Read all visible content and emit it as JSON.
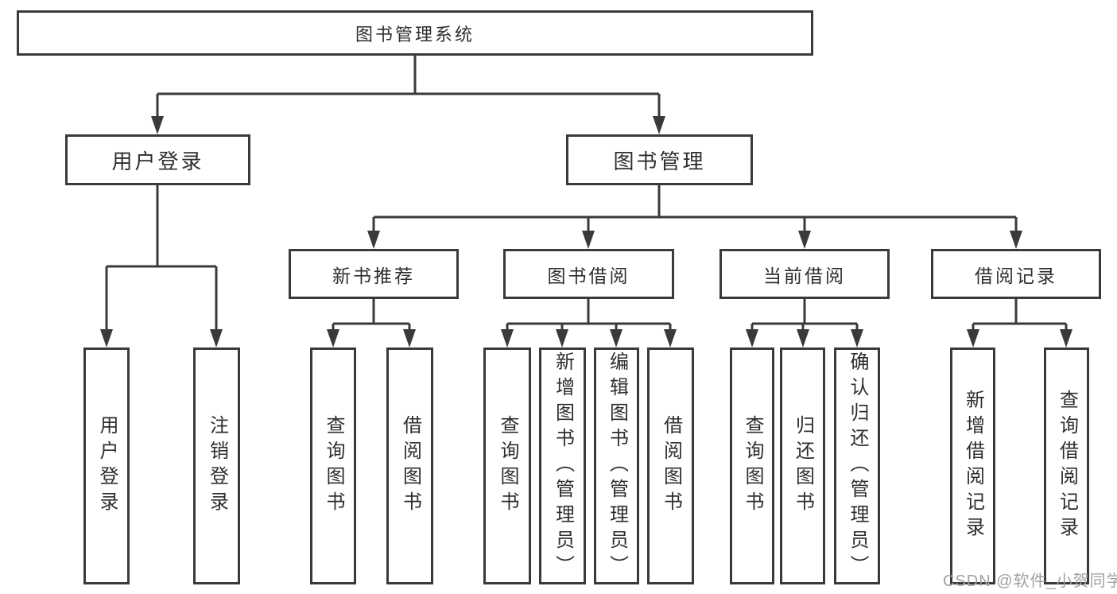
{
  "diagram_title": "图书管理系统",
  "nodes": {
    "root": "图书管理系统",
    "user_login": "用户登录",
    "book_mgmt": "图书管理",
    "new_book_rec": "新书推荐",
    "book_borrow": "图书借阅",
    "current_borrow": "当前借阅",
    "borrow_records": "借阅记录",
    "leaf_user_login": "用户登录",
    "leaf_logout": "注销登录",
    "leaf_rec_query": "查询图书",
    "leaf_rec_borrow": "借阅图书",
    "leaf_bb_query": "查询图书",
    "leaf_bb_add": "新增图书（管理员）",
    "leaf_bb_edit": "编辑图书（管理员）",
    "leaf_bb_borrow": "借阅图书",
    "leaf_cb_query": "查询图书",
    "leaf_cb_return": "归还图书",
    "leaf_cb_confirm": "确认归还（管理员）",
    "leaf_br_add": "新增借阅记录",
    "leaf_br_query": "查询借阅记录"
  },
  "hierarchy": {
    "图书管理系统": {
      "用户登录": [
        "用户登录",
        "注销登录"
      ],
      "图书管理": {
        "新书推荐": [
          "查询图书",
          "借阅图书"
        ],
        "图书借阅": [
          "查询图书",
          "新增图书（管理员）",
          "编辑图书（管理员）",
          "借阅图书"
        ],
        "当前借阅": [
          "查询图书",
          "归还图书",
          "确认归还（管理员）"
        ],
        "借阅记录": [
          "新增借阅记录",
          "查询借阅记录"
        ]
      }
    }
  },
  "watermark": "CSDN @软件_小贺同学",
  "colors": {
    "line": "#3a3a3a",
    "text": "#2e2e2e",
    "watermark": "#a0a0a0",
    "background": "#ffffff"
  }
}
